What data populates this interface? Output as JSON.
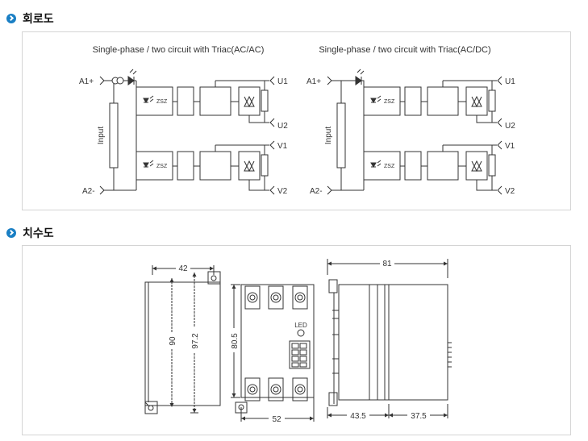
{
  "sections": [
    {
      "title": "회로도"
    },
    {
      "title": "치수도"
    }
  ],
  "circuit": {
    "left": {
      "title": "Single-phase / two circuit  with Triac(AC/AC)"
    },
    "right": {
      "title": "Single-phase / two circuit  with Triac(AC/DC)"
    },
    "labels": {
      "a1": "A1+",
      "a2": "A2-",
      "input": "Input",
      "u1": "U1",
      "u2": "U2",
      "v1": "V1",
      "v2": "V2",
      "zsz": "ZSZ"
    }
  },
  "dimensions": {
    "width_side": "42",
    "height_inner": "90",
    "height_outer": "97.2",
    "front_height": "80.5",
    "front_width": "52",
    "led": "LED",
    "depth_total": "81",
    "depth_a": "43.5",
    "depth_b": "37.5"
  }
}
